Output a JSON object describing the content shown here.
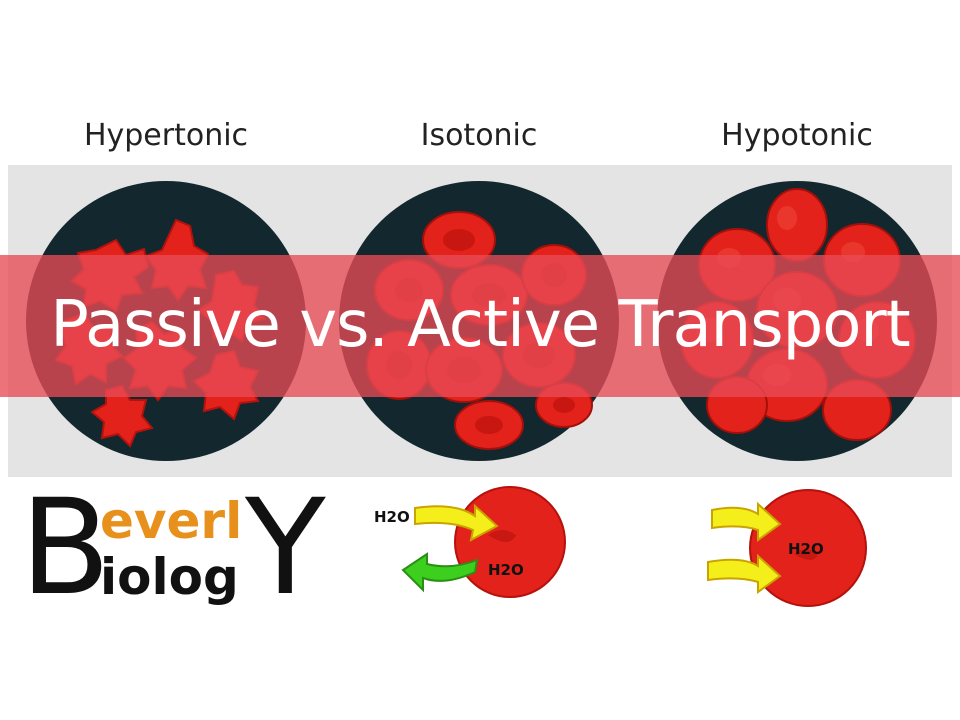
{
  "columns": [
    {
      "label": "Hypertonic"
    },
    {
      "label": "Isotonic"
    },
    {
      "label": "Hypotonic"
    }
  ],
  "banner": {
    "title": "Passive vs. Active Transport"
  },
  "logo": {
    "big_b": "B",
    "top_word": "everl",
    "bottom_word": "iolog",
    "big_y": "Y"
  },
  "diagrams": {
    "isotonic": {
      "water_in_label": "H2O",
      "water_out_label": "H2O"
    },
    "hypotonic": {
      "water_inside_label": "H2O"
    }
  },
  "colors": {
    "cell_red": "#e3221b",
    "dark_circle": "#12272e",
    "banner": "#e84c56",
    "arrow_yellow": "#f4ee1a",
    "arrow_green": "#3ccf1e",
    "logo_orange": "#e8901c"
  }
}
